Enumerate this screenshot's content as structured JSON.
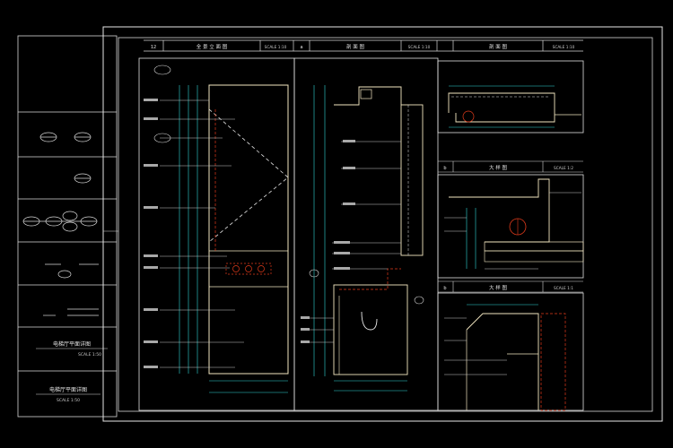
{
  "colors": {
    "background": "#000000",
    "frame": "#ffffff",
    "line": "#d8d8d8",
    "dimension": "#2fd6d6",
    "annotation": "#c8c8c8",
    "accent_red": "#e23b1b",
    "accent_yellow": "#ffd84a"
  },
  "title_bar": [
    {
      "num": "12",
      "title": "全 景 立 面 图",
      "scale": "SCALE 1:10"
    },
    {
      "num": "a",
      "title": "剖 面 图",
      "scale": "SCALE 1:10"
    },
    {
      "num": "",
      "title": "剖 面 图",
      "scale": "SCALE 1:10"
    }
  ],
  "detail_titles": [
    {
      "num": "b",
      "title": "大 样 图",
      "scale": "SCALE 1:2"
    },
    {
      "num": "b",
      "title": "大 样 图",
      "scale": "SCALE 1:1"
    }
  ],
  "left_panel": {
    "drawing_title": "电梯厅平面详图",
    "drawing_scale": "SCALE 1:50",
    "sheet_title": "电梯厅平面详图",
    "sheet_scale": "SCALE 1:50"
  }
}
